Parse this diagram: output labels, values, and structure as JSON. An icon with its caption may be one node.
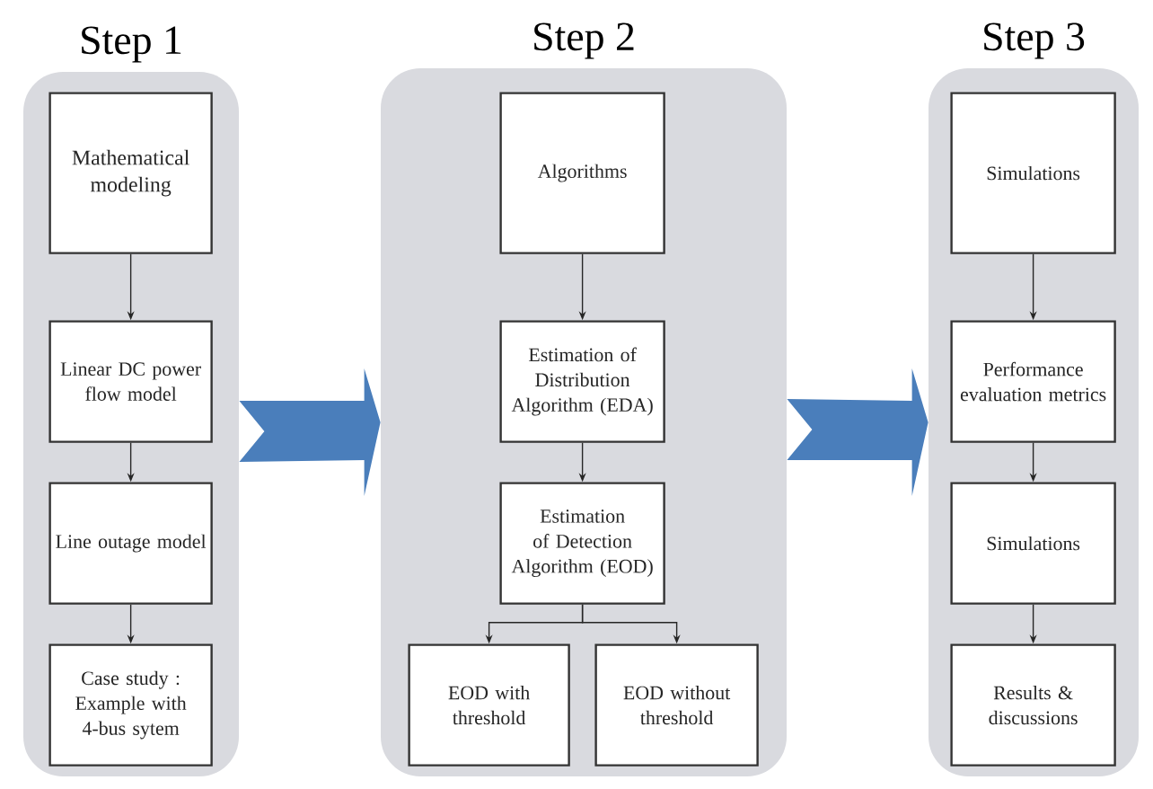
{
  "diagram": {
    "nodes": [
      {
        "text": [
          "Step 1"
        ]
      },
      {
        "text": [
          "Mathematical modeling"
        ],
        "in": 0
      },
      {
        "text": [
          "Linear DC power flow model"
        ],
        "in": 0
      },
      {
        "text": [
          "Line outage model"
        ],
        "in": 0
      },
      {
        "text": [
          "Case study : Example with 4-bus sytem"
        ],
        "in": 0
      },
      {
        "text": [
          "Step 2"
        ]
      },
      {
        "text": [
          "Algorithms"
        ],
        "in": 5
      },
      {
        "text": [
          "Estimation of Distribution Algorithm (EDA)"
        ],
        "in": 5
      },
      {
        "text": [
          "Estimation of Detection Algorithm (EOD)"
        ],
        "in": 5
      },
      {
        "text": [
          "EOD with threshold"
        ],
        "in": 5
      },
      {
        "text": [
          "EOD without threshold"
        ],
        "in": 5
      },
      {
        "text": [
          "Step 3"
        ]
      },
      {
        "text": [
          "Simulations"
        ],
        "in": 11
      },
      {
        "text": [
          "Performance evaluation metrics"
        ],
        "in": 11
      },
      {
        "text": [
          "Simulations"
        ],
        "in": 11
      },
      {
        "text": [
          "Results & discussions"
        ],
        "in": 11
      }
    ],
    "edges": [
      {
        "from": 1,
        "to": 2,
        "arrow": "to"
      },
      {
        "from": 2,
        "to": 3,
        "arrow": "to"
      },
      {
        "from": 3,
        "to": 4,
        "arrow": "to"
      },
      {
        "from": 6,
        "to": 7,
        "arrow": "to"
      },
      {
        "from": 7,
        "to": 8,
        "arrow": "to"
      },
      {
        "from": 8,
        "to": 9,
        "arrow": "to"
      },
      {
        "from": 8,
        "to": 10,
        "arrow": "to"
      },
      {
        "from": 12,
        "to": 13,
        "arrow": "to"
      },
      {
        "from": 13,
        "to": 14,
        "arrow": "to"
      },
      {
        "from": 14,
        "to": 15,
        "arrow": "to"
      },
      {
        "from": 0,
        "to": 5,
        "arrow": "to",
        "style": "thick",
        "color": "#4a7ebb"
      },
      {
        "from": 5,
        "to": 11,
        "arrow": "to",
        "style": "thick",
        "color": "#4a7ebb"
      }
    ]
  }
}
